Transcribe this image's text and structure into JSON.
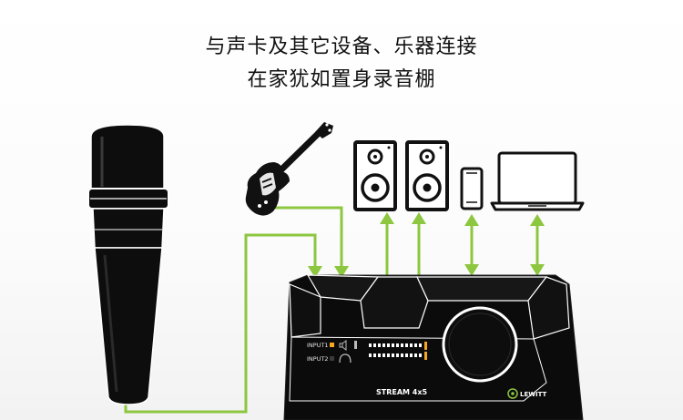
{
  "headline": {
    "line1": "与声卡及其它设备、乐器连接",
    "line2": "在家犹如置身录音棚"
  },
  "device": {
    "model": "STREAM 4x5",
    "brand": "LEWITT",
    "input1_label": "INPUT1",
    "input2_label": "INPUT2"
  },
  "colors": {
    "connector_green": "#8dc63f",
    "device_body": "#0b0b0b",
    "led_amber": "#f5a623"
  },
  "icons": [
    "microphone-icon",
    "electric-guitar-icon",
    "studio-speaker-icon",
    "studio-speaker-icon",
    "smartphone-icon",
    "laptop-icon",
    "audio-interface-icon"
  ]
}
